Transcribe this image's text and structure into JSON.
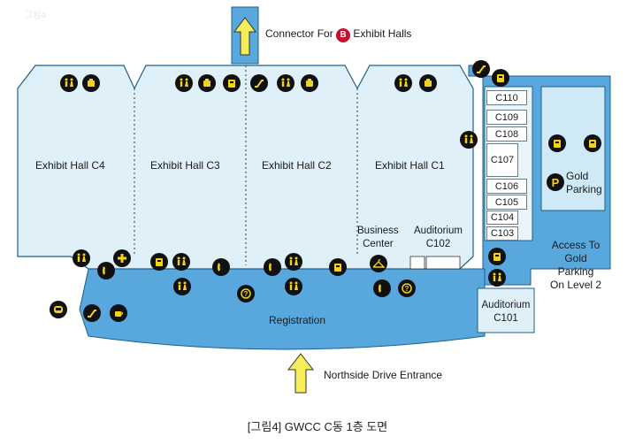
{
  "watermark": "그림4",
  "connector": {
    "prefix": "Connector For",
    "badge": "B",
    "suffix": "Exhibit Halls"
  },
  "halls": [
    "Exhibit Hall C4",
    "Exhibit Hall C3",
    "Exhibit Hall C2",
    "Exhibit Hall C1"
  ],
  "business_center": "Business\nCenter",
  "auditorium_c102": "Auditorium\nC102",
  "auditorium_c101": "Auditorium\nC101",
  "rooms": [
    "C110",
    "C109",
    "C108",
    "C107",
    "C106",
    "C105",
    "C104",
    "C103"
  ],
  "gold_parking": {
    "badge": "P",
    "label": "Gold\nParking"
  },
  "access_gold": "Access To\nGold\nParking\nOn Level 2",
  "registration": "Registration",
  "entrance": "Northside Drive Entrance",
  "caption": "[그림4] GWCC C동 1층 도면",
  "colors": {
    "hall_fill": "#dff0f8",
    "corridor_fill": "#58a8de",
    "outline": "#1f5f8b",
    "arrow_fill": "#f5ee5a",
    "icon_bg": "#111111",
    "icon_fg": "#f2d21b",
    "badge_red": "#c8102e",
    "parking_fill": "#cfe9f6"
  },
  "icons": {
    "restrooms": "restroom-icon",
    "phone": "phone-icon",
    "atm": "atm-icon",
    "first_aid": "first-aid-icon",
    "info": "information-icon",
    "coat_check": "coat-check-icon",
    "food": "food-icon",
    "elevator": "elevator-icon",
    "telephone": "telephone-icon",
    "escalator": "escalator-icon"
  }
}
